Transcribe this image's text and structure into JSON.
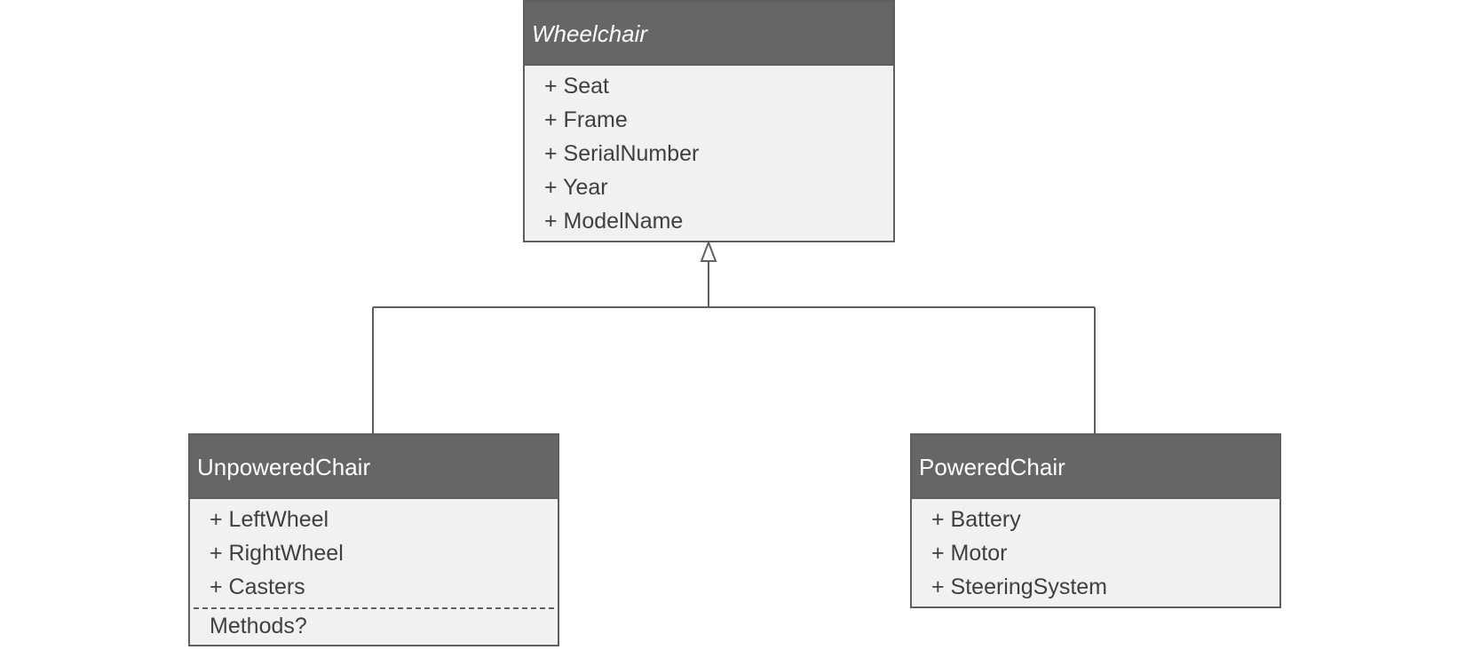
{
  "diagram": {
    "parent": {
      "name": "Wheelchair",
      "attributes": [
        "+ Seat",
        "+ Frame",
        "+ SerialNumber",
        "+ Year",
        "+ ModelName"
      ]
    },
    "children": [
      {
        "name": "UnpoweredChair",
        "attributes": [
          "+ LeftWheel",
          "+ RightWheel",
          "+ Casters"
        ],
        "methods_label": "Methods?"
      },
      {
        "name": "PoweredChair",
        "attributes": [
          "+ Battery",
          "+ Motor",
          "+ SteeringSystem"
        ]
      }
    ],
    "colors": {
      "header_fill": "#666666",
      "body_fill": "#f1f1f1",
      "border": "#5f5f5f",
      "header_text": "#ffffff",
      "body_text": "#3f3f3f"
    }
  }
}
